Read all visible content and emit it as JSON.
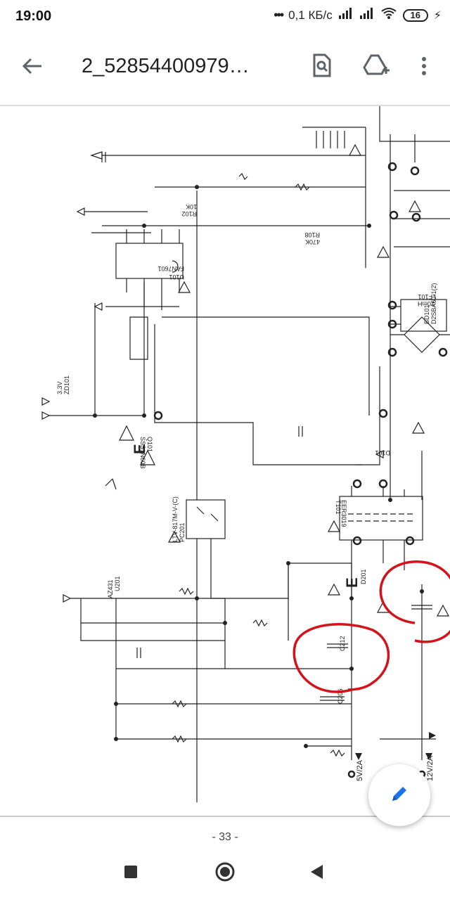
{
  "status": {
    "time": "19:00",
    "net_speed": "0,1 КБ/с",
    "battery": "16"
  },
  "appbar": {
    "title": "2_52854400979…"
  },
  "page": {
    "label": "- 33 -"
  },
  "schematic": {
    "labels": {
      "u101": "U101",
      "u101_part": "FAN7601",
      "lf101": "LF101",
      "lf101_val": "20mH",
      "t101": "T101",
      "t101_part": "EER3019",
      "pc201": "PC201",
      "pc201_part": "LTV-817M-V-(C)",
      "zd101": "ZD101",
      "zd101_val": "3.3V",
      "bd101": "BD101",
      "bd101_part": "D2SBA60-1(2)",
      "out1": "5V/2A",
      "out2": "12V/2A",
      "r108": "R108",
      "r108_val": "470K",
      "c212": "C212",
      "c206": "C206",
      "d201": "D201",
      "d101": "D101",
      "u201": "U201",
      "u201_part": "AZ431",
      "q101": "Q101",
      "q101_part": "SSS1N60B",
      "r102": "R102",
      "r102_val": "10K"
    }
  }
}
